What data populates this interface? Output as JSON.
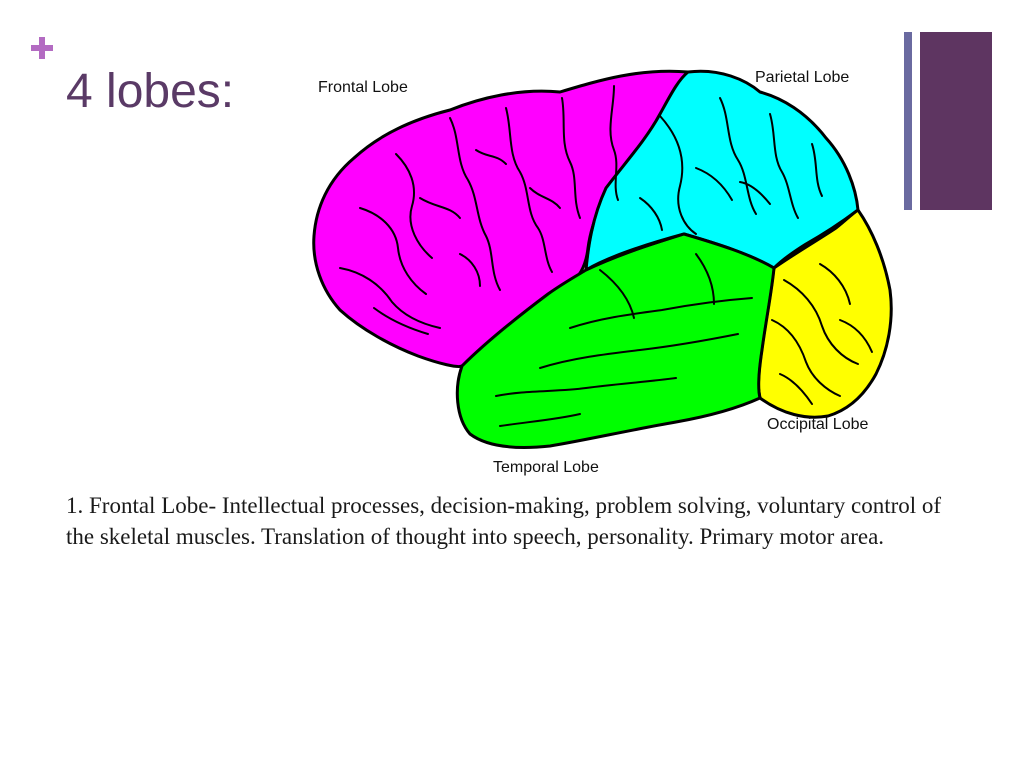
{
  "slide": {
    "title": "4 lobes:",
    "body": "1. Frontal Lobe- Intellectual processes, decision-making, problem solving, voluntary control of the skeletal muscles.  Translation of thought into speech, personality.  Primary motor area."
  },
  "diagram": {
    "labels": {
      "frontal": "Frontal Lobe",
      "parietal": "Parietal Lobe",
      "occipital": "Occipital Lobe",
      "temporal": "Temporal Lobe"
    }
  },
  "icons": {
    "bullet": "plus-icon"
  },
  "colors": {
    "title": "#5a3a66",
    "plus": "#b36bc2",
    "accent_bar": "#5e3561",
    "accent_thin": "#6a6aa0",
    "frontal": "#ff00ff",
    "parietal": "#00ffff",
    "temporal": "#00ff00",
    "occipital": "#ffff00",
    "outline": "#000000"
  }
}
